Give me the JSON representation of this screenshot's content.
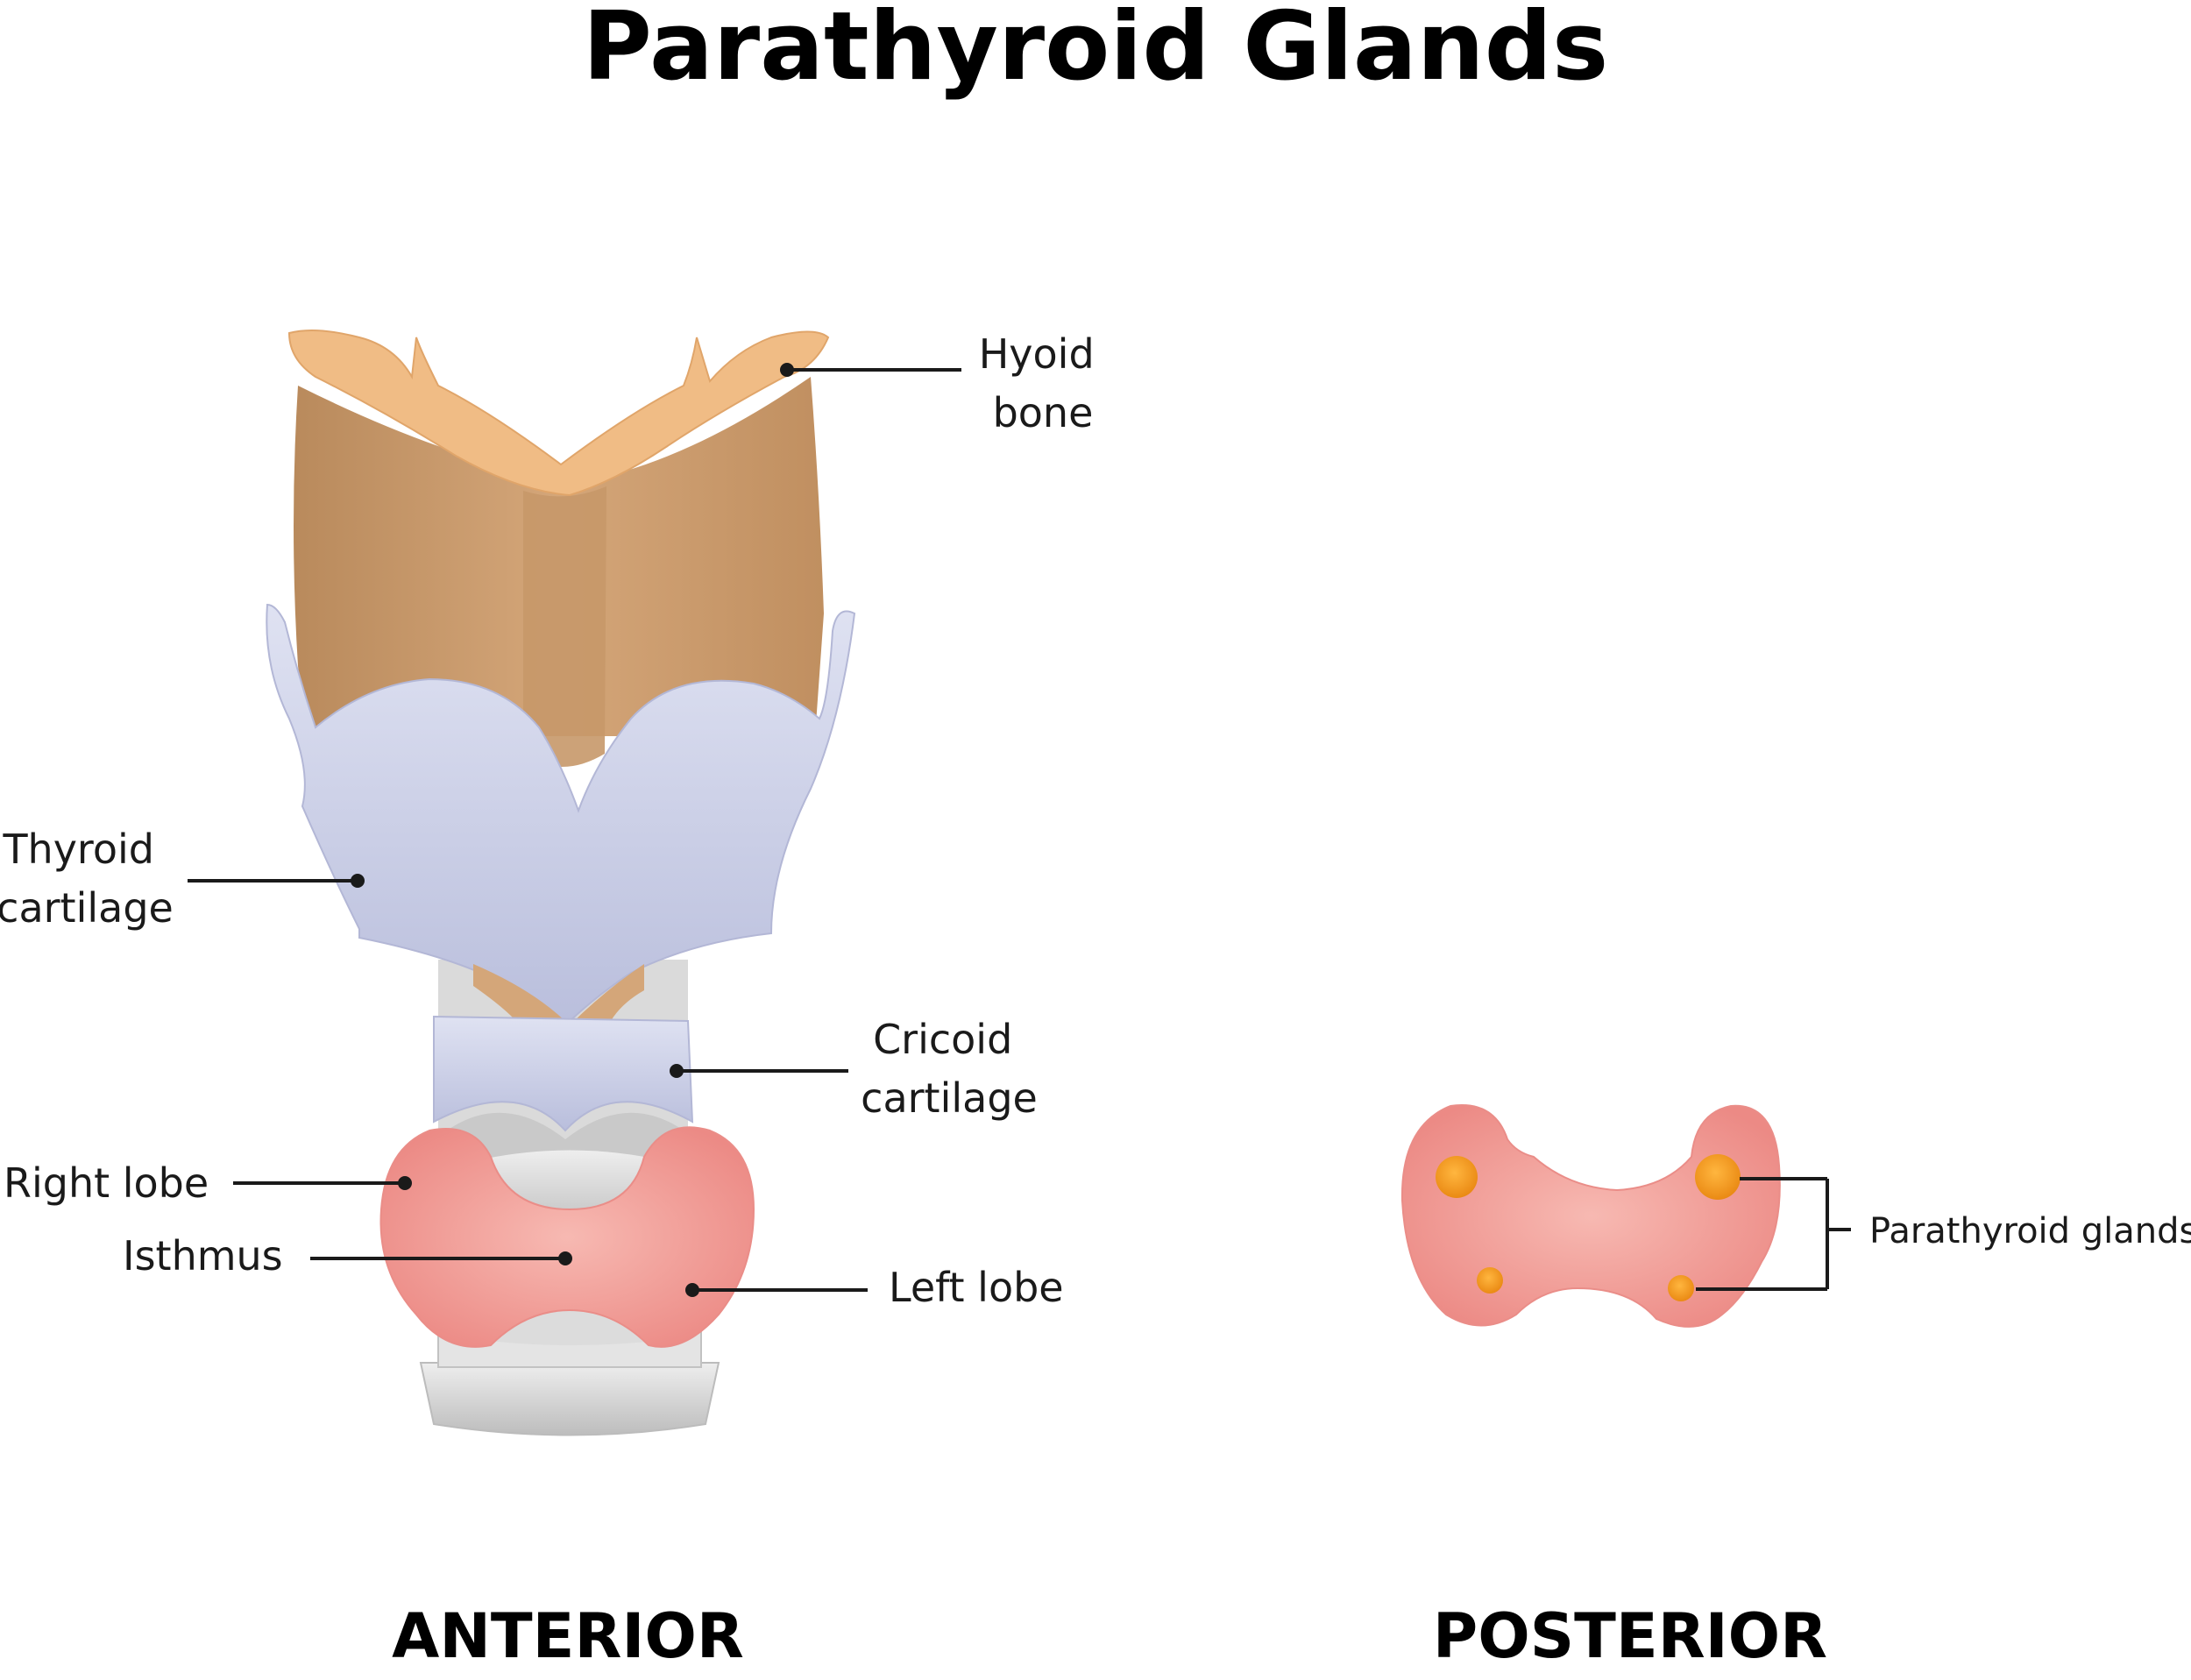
{
  "title": "Parathyroid Glands",
  "views": {
    "anterior": "ANTERIOR",
    "posterior": "POSTERIOR"
  },
  "labels": {
    "hyoid_bone": [
      "Hyoid",
      "bone"
    ],
    "thyroid_cartilage": [
      "Thyroid",
      "cartilage"
    ],
    "cricoid_cartilage": [
      "Cricoid",
      "cartilage"
    ],
    "right_lobe": "Right lobe",
    "isthmus": "Isthmus",
    "left_lobe": "Left lobe",
    "parathyroid_glands": "Parathyroid glands"
  },
  "colors": {
    "hyoid": "#f0bc85",
    "thyroid_cartilage_back": "#c99a6a",
    "cartilage_blue": "#c9cde6",
    "trachea_gray": "#d6d6d6",
    "thyroid_pink": "#f2a39d",
    "parathyroid_orange": "#f39a1e"
  }
}
